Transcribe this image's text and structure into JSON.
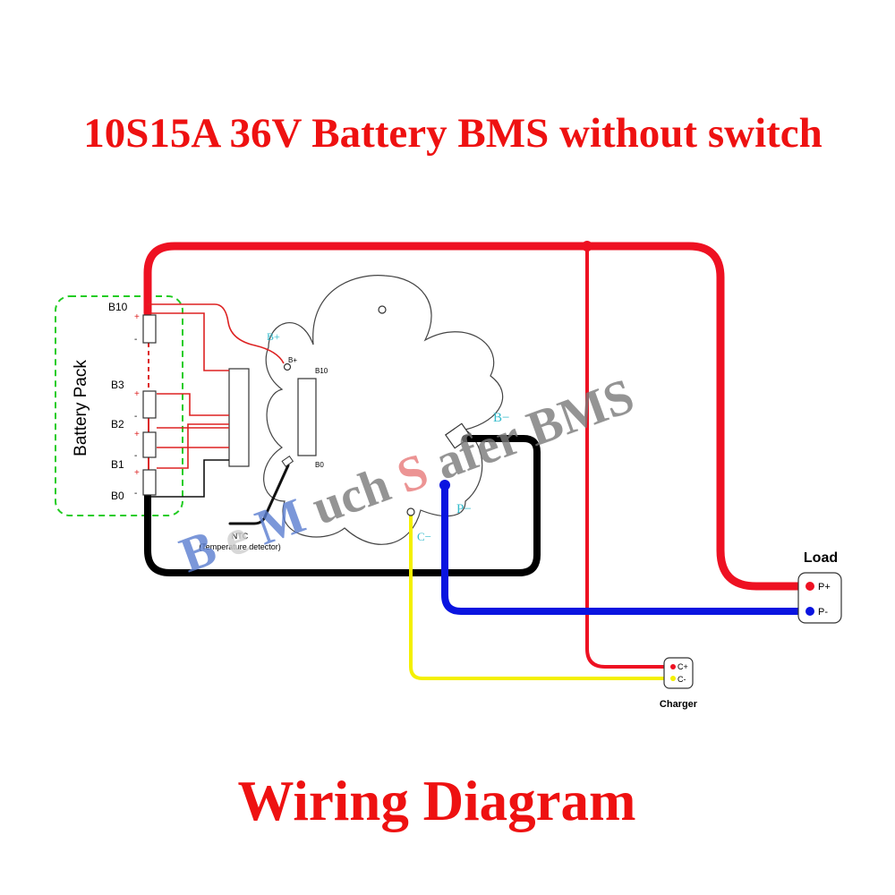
{
  "title": "10S15A 36V Battery BMS without switch",
  "footer": "Wiring Diagram",
  "battery_pack": {
    "label": "Battery Pack",
    "cells": [
      {
        "label": "B10",
        "plus": "+",
        "minus": "-"
      },
      {
        "label": "B3",
        "plus": "+",
        "minus": "-"
      },
      {
        "label": "B2",
        "plus": "+",
        "minus": "-"
      },
      {
        "label": "B1",
        "plus": "+",
        "minus": "-"
      },
      {
        "label": "B0"
      }
    ]
  },
  "bms": {
    "b_plus_pad": "B+",
    "b_plus_wire": "B+",
    "header_top": "B10",
    "header_bottom": "B0",
    "b_minus": "B−",
    "p_minus": "P−",
    "c_minus": "C−"
  },
  "ntc": {
    "label": "NTC",
    "sublabel": "(Temperature detector)"
  },
  "load": {
    "title": "Load",
    "p_plus": "P+",
    "p_minus": "P-"
  },
  "charger": {
    "title": "Charger",
    "c_plus": "C+",
    "c_minus": "C-"
  },
  "watermark": {
    "letters": [
      "B",
      "e",
      "M",
      "uch",
      "S",
      "afer",
      " ",
      "BMS"
    ],
    "colors": [
      "#5b7ed0",
      "#e0e0e0",
      "#5b7ed0",
      "#7a7a7a",
      "#e87a7a",
      "#7a7a7a",
      "#7a7a7a",
      "#7a7a7a"
    ]
  },
  "colors": {
    "positive_wire": "#ee1122",
    "negative_wire": "#000000",
    "p_minus_wire": "#0a14e0",
    "c_minus_wire": "#f4f000",
    "battery_outline": "#22cc22",
    "sense_wire": "#dd2222",
    "cyan_label": "#33bbcc"
  }
}
